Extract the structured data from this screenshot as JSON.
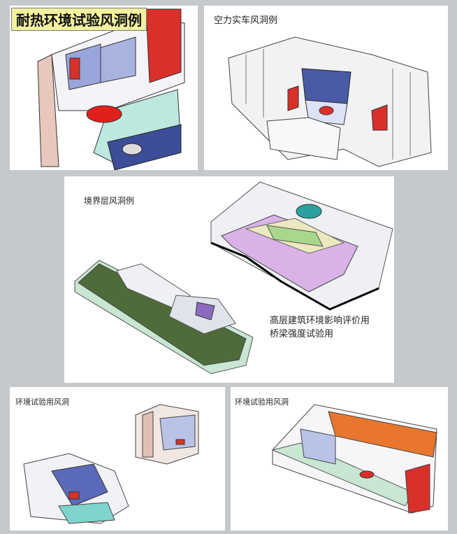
{
  "panels": {
    "heat_env": {
      "title": "耐热环境试验风洞例"
    },
    "full_car": {
      "title": "空力实车风洞例"
    },
    "boundary_layer": {
      "title": "境界层风洞例",
      "caption_line1": "高层建筑环境影响评价用",
      "caption_line2": "桥梁强度试验用"
    },
    "env_test_left": {
      "title": "环境试验用风洞"
    },
    "env_test_right": {
      "title": "环境试验用风洞"
    }
  },
  "colors": {
    "background": "#c5c9cc",
    "red": "#d9302a",
    "blue": "#8e9fd6",
    "purple": "#d9b3e8",
    "green": "#4f6b3a",
    "orange": "#e8762e"
  }
}
